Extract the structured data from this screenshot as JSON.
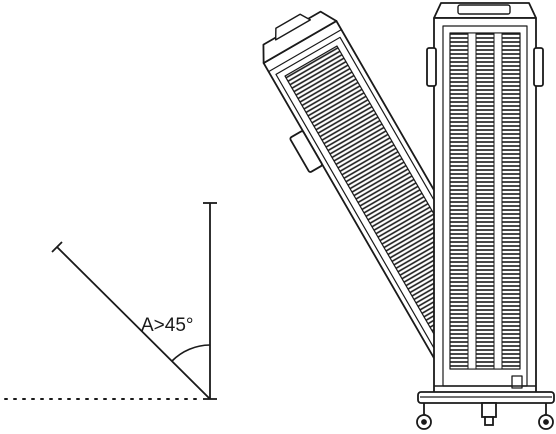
{
  "diagram": {
    "angle_label": "A>45°",
    "angle_condition": {
      "quantity": "A",
      "operator": ">",
      "degrees": 45
    },
    "line_color": "#1a1a1a",
    "background": "#ffffff"
  }
}
